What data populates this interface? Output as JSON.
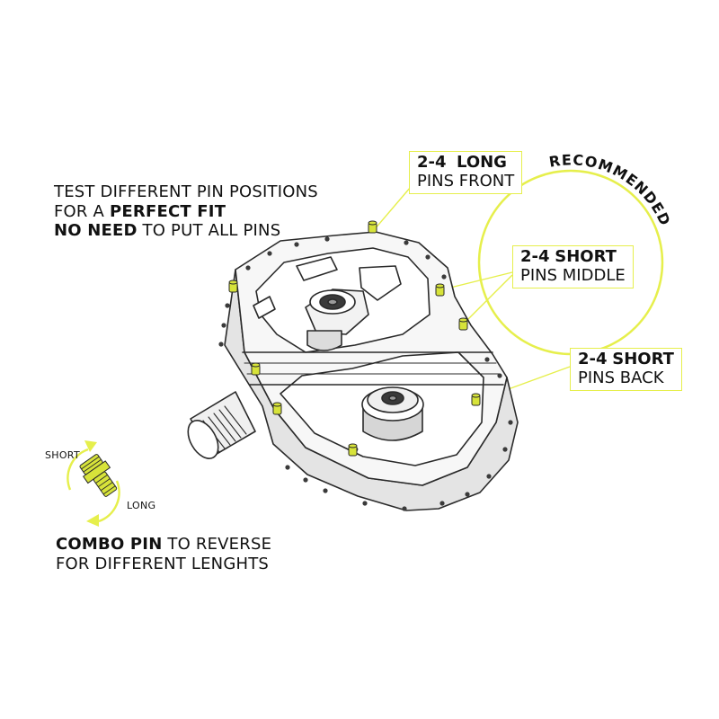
{
  "intro": {
    "line1": "TEST DIFFERENT PIN POSITIONS",
    "line2_pre": "FOR A ",
    "line2_bold": "PERFECT FIT",
    "line3_bold": "NO NEED",
    "line3_post": " TO PUT ALL PINS"
  },
  "recommended": "RECOMMENDED",
  "callouts": {
    "front": {
      "count": "2-4",
      "type": "LONG",
      "rest": "PINS FRONT"
    },
    "middle": {
      "count": "2-4",
      "type": "SHORT",
      "rest": "PINS MIDDLE"
    },
    "back": {
      "count": "2-4",
      "type": "SHORT",
      "rest": "PINS BACK"
    }
  },
  "combo_pin": {
    "short_label": "SHORT",
    "long_label": "LONG",
    "line1_bold": "COMBO PIN",
    "line1_post": " TO REVERSE",
    "line2": "FOR DIFFERENT LENGHTS"
  },
  "colors": {
    "accent": "#e6ef4c",
    "pin": "#d7e33a",
    "outline": "#2a2a2a",
    "text": "#111111"
  }
}
